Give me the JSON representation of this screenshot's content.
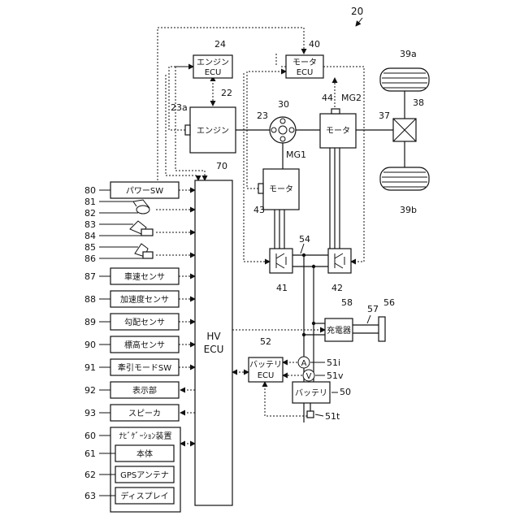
{
  "figure_number": "20",
  "components": {
    "engine_ecu": {
      "ref": "24",
      "line1": "エンジン",
      "line2": "ECU"
    },
    "motor_ecu": {
      "ref": "40",
      "line1": "モータ",
      "line2": "ECU"
    },
    "engine": {
      "ref": "22",
      "label": "エンジン",
      "sensor_ref": "23a"
    },
    "crankshaft_ref": "23",
    "planetary_ref": "30",
    "mg2": {
      "label": "モータ",
      "ref": "MG2",
      "sensor_ref": "44"
    },
    "mg1": {
      "label": "モータ",
      "ref": "MG1",
      "sensor_ref": "43"
    },
    "drive_shaft_ref": "37",
    "differential_ref": "38",
    "wheel_top_ref": "39a",
    "wheel_bottom_ref": "39b",
    "hv_ecu": {
      "ref": "70",
      "line1": "HV",
      "line2": "ECU"
    },
    "inverter1_ref": "41",
    "inverter2_ref": "42",
    "power_line_ref": "54",
    "charger": {
      "ref": "58",
      "label": "充電器"
    },
    "plug_ref": "56",
    "cable_ref": "57",
    "battery_ecu": {
      "ref": "52",
      "line1": "バッテリ",
      "line2": "ECU"
    },
    "battery": {
      "ref": "50",
      "label": "バッテリ"
    },
    "current_sensor": {
      "ref": "51i",
      "symbol": "A"
    },
    "voltage_sensor": {
      "ref": "51v",
      "symbol": "V"
    },
    "temp_sensor_ref": "51t"
  },
  "inputs": [
    {
      "ref": "80",
      "label": "パワーSW"
    },
    {
      "ref": "81",
      "label": ""
    },
    {
      "ref": "82",
      "label": ""
    },
    {
      "ref": "83",
      "label": ""
    },
    {
      "ref": "84",
      "label": ""
    },
    {
      "ref": "85",
      "label": ""
    },
    {
      "ref": "86",
      "label": ""
    },
    {
      "ref": "87",
      "label": "車速センサ"
    },
    {
      "ref": "88",
      "label": "加速度センサ"
    },
    {
      "ref": "89",
      "label": "勾配センサ"
    },
    {
      "ref": "90",
      "label": "標高センサ"
    },
    {
      "ref": "91",
      "label": "牽引モードSW"
    },
    {
      "ref": "92",
      "label": "表示部"
    },
    {
      "ref": "93",
      "label": "スピーカ"
    }
  ],
  "navigation": {
    "ref": "60",
    "title": "ﾅﾋﾞｹﾞｰｼｮﾝ装置",
    "items": [
      {
        "ref": "61",
        "label": "本体"
      },
      {
        "ref": "62",
        "label": "GPSアンテナ"
      },
      {
        "ref": "63",
        "label": "ディスプレイ"
      }
    ]
  }
}
